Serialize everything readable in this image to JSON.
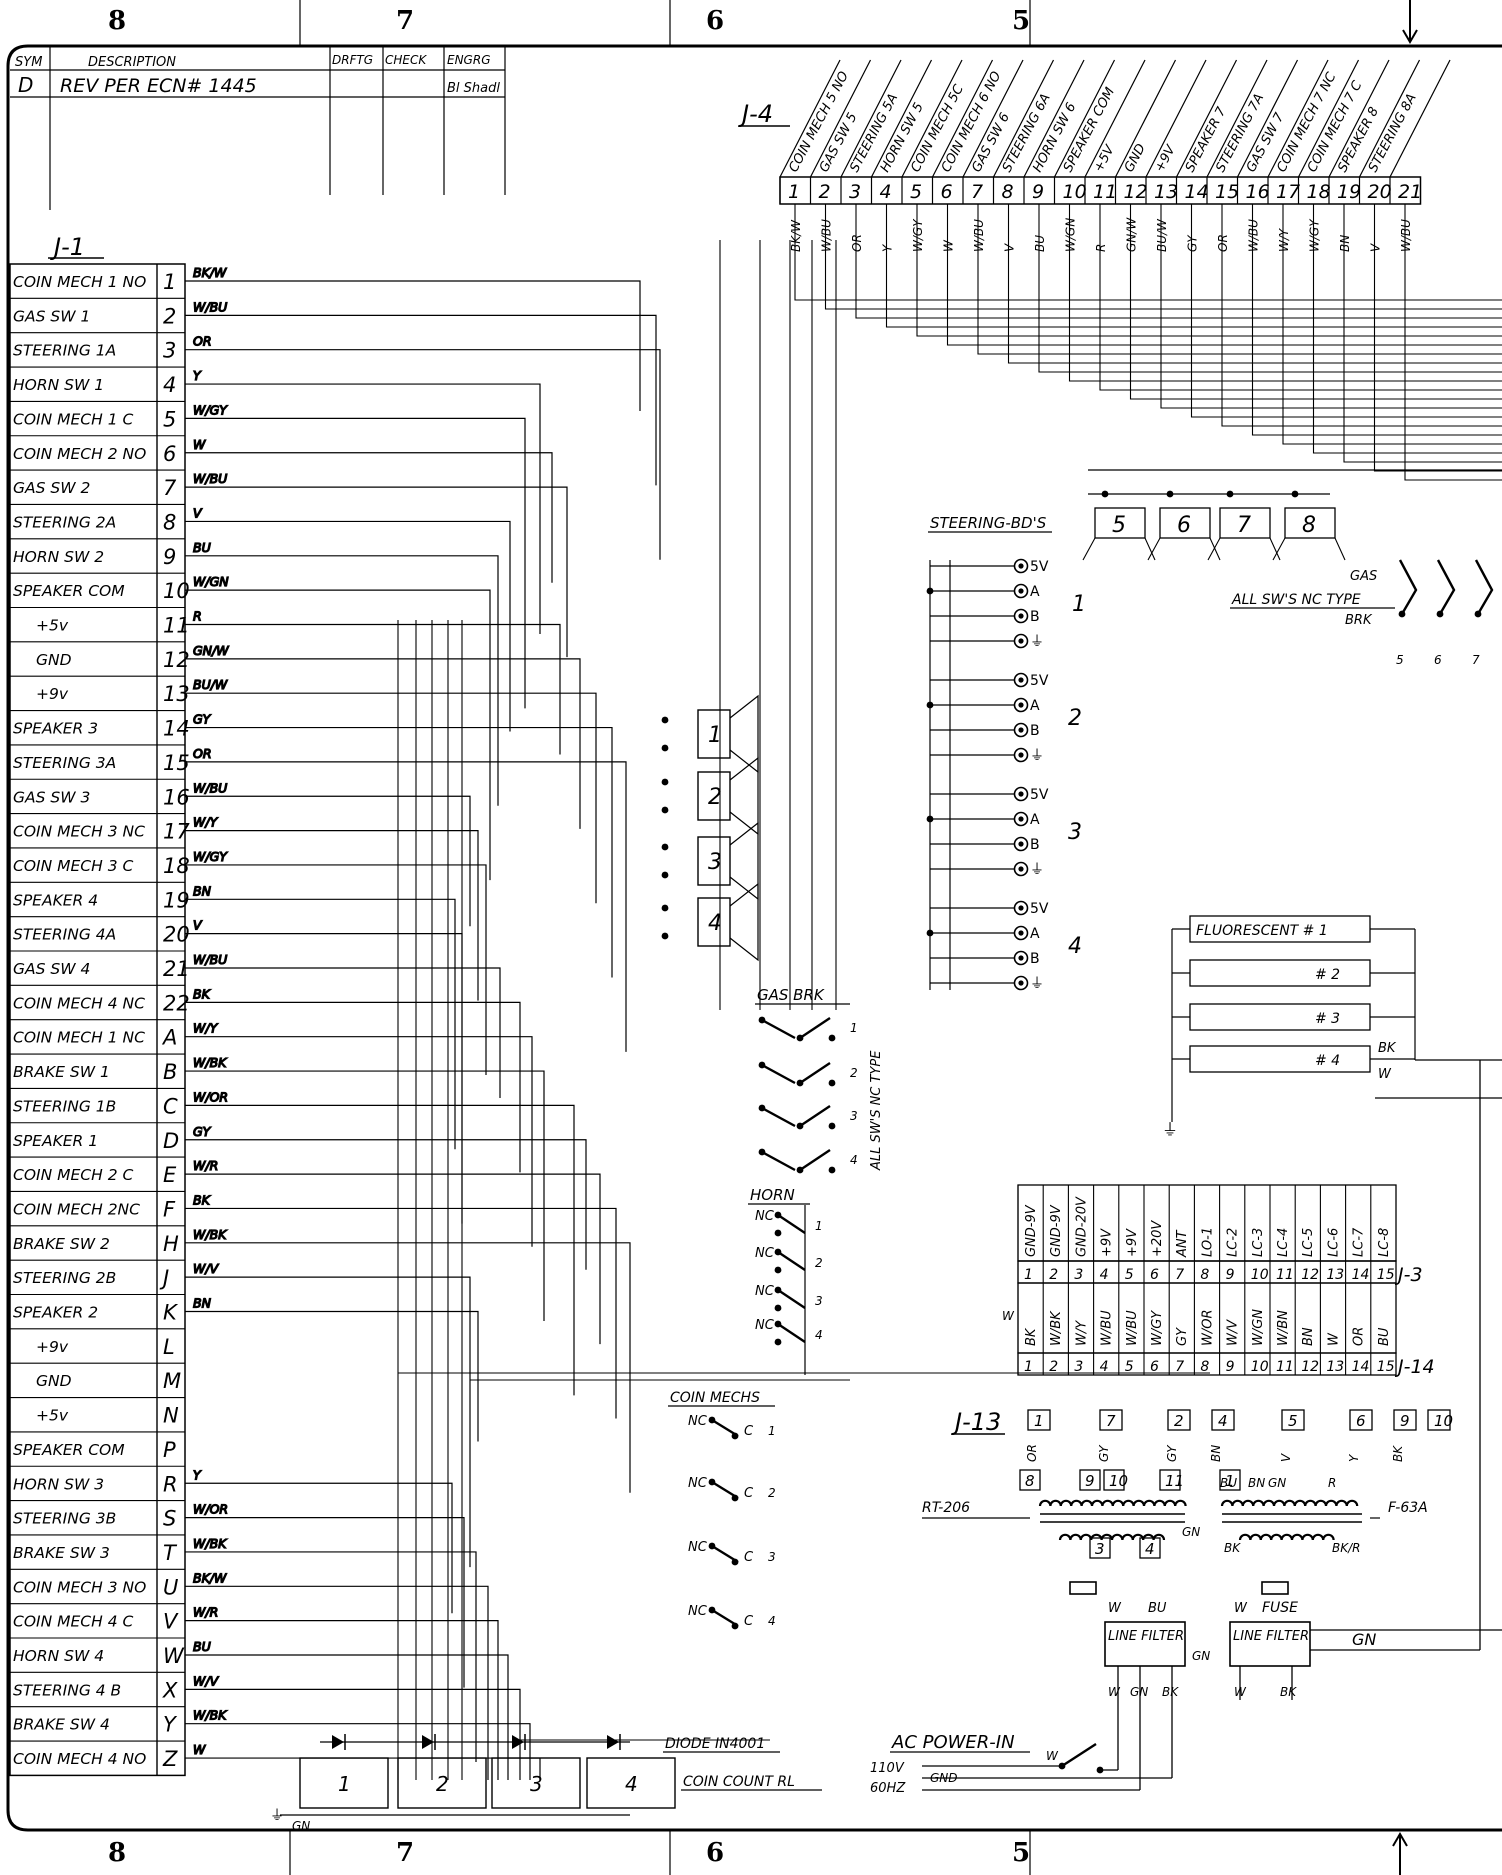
{
  "zones": [
    "8",
    "7",
    "6",
    "5"
  ],
  "revision": {
    "headers": [
      "SYM",
      "DESCRIPTION",
      "DRFTG",
      "CHECK",
      "ENGRG"
    ],
    "row": {
      "sym": "D",
      "description": "REV PER ECN# 1445",
      "engrg": "Bl Shadl"
    }
  },
  "j1": {
    "title": "J-1",
    "rows": [
      {
        "label": "COIN MECH 1 NO",
        "pin": "1",
        "wire": "BK/W"
      },
      {
        "label": "GAS SW 1",
        "pin": "2",
        "wire": "W/BU"
      },
      {
        "label": "STEERING 1A",
        "pin": "3",
        "wire": "OR"
      },
      {
        "label": "HORN SW 1",
        "pin": "4",
        "wire": "Y"
      },
      {
        "label": "COIN MECH 1 C",
        "pin": "5",
        "wire": "W/GY"
      },
      {
        "label": "COIN MECH 2 NO",
        "pin": "6",
        "wire": "W"
      },
      {
        "label": "GAS SW 2",
        "pin": "7",
        "wire": "W/BU"
      },
      {
        "label": "STEERING 2A",
        "pin": "8",
        "wire": "V"
      },
      {
        "label": "HORN SW 2",
        "pin": "9",
        "wire": "BU"
      },
      {
        "label": "SPEAKER COM",
        "pin": "10",
        "wire": "W/GN"
      },
      {
        "label": "+5v",
        "pin": "11",
        "wire": "R"
      },
      {
        "label": "GND",
        "pin": "12",
        "wire": "GN/W"
      },
      {
        "label": "+9v",
        "pin": "13",
        "wire": "BU/W"
      },
      {
        "label": "SPEAKER 3",
        "pin": "14",
        "wire": "GY"
      },
      {
        "label": "STEERING 3A",
        "pin": "15",
        "wire": "OR"
      },
      {
        "label": "GAS SW 3",
        "pin": "16",
        "wire": "W/BU"
      },
      {
        "label": "COIN MECH 3 NC",
        "pin": "17",
        "wire": "W/Y"
      },
      {
        "label": "COIN MECH 3 C",
        "pin": "18",
        "wire": "W/GY"
      },
      {
        "label": "SPEAKER 4",
        "pin": "19",
        "wire": "BN"
      },
      {
        "label": "STEERING 4A",
        "pin": "20",
        "wire": "V"
      },
      {
        "label": "GAS SW 4",
        "pin": "21",
        "wire": "W/BU"
      },
      {
        "label": "COIN MECH 4 NC",
        "pin": "22",
        "wire": "BK"
      },
      {
        "label": "COIN MECH 1 NC",
        "pin": "A",
        "wire": "W/Y"
      },
      {
        "label": "BRAKE SW 1",
        "pin": "B",
        "wire": "W/BK"
      },
      {
        "label": "STEERING 1B",
        "pin": "C",
        "wire": "W/OR"
      },
      {
        "label": "SPEAKER 1",
        "pin": "D",
        "wire": "GY"
      },
      {
        "label": "COIN MECH 2 C",
        "pin": "E",
        "wire": "W/R"
      },
      {
        "label": "COIN MECH 2NC",
        "pin": "F",
        "wire": "BK"
      },
      {
        "label": "BRAKE SW 2",
        "pin": "H",
        "wire": "W/BK"
      },
      {
        "label": "STEERING 2B",
        "pin": "J",
        "wire": "W/V"
      },
      {
        "label": "SPEAKER 2",
        "pin": "K",
        "wire": "BN"
      },
      {
        "label": "+9v",
        "pin": "L",
        "wire": ""
      },
      {
        "label": "GND",
        "pin": "M",
        "wire": ""
      },
      {
        "label": "+5v",
        "pin": "N",
        "wire": ""
      },
      {
        "label": "SPEAKER COM",
        "pin": "P",
        "wire": ""
      },
      {
        "label": "HORN SW 3",
        "pin": "R",
        "wire": "Y"
      },
      {
        "label": "STEERING 3B",
        "pin": "S",
        "wire": "W/OR"
      },
      {
        "label": "BRAKE SW 3",
        "pin": "T",
        "wire": "W/BK"
      },
      {
        "label": "COIN MECH 3 NO",
        "pin": "U",
        "wire": "BK/W"
      },
      {
        "label": "COIN MECH 4 C",
        "pin": "V",
        "wire": "W/R"
      },
      {
        "label": "HORN SW 4",
        "pin": "W",
        "wire": "BU"
      },
      {
        "label": "STEERING 4 B",
        "pin": "X",
        "wire": "W/V"
      },
      {
        "label": "BRAKE SW 4",
        "pin": "Y",
        "wire": "W/BK"
      },
      {
        "label": "COIN MECH 4 NO",
        "pin": "Z",
        "wire": "W"
      }
    ]
  },
  "j4": {
    "title": "J-4",
    "columns": [
      {
        "label": "COIN MECH 5 NO",
        "pin": "1",
        "wire": "BK/W"
      },
      {
        "label": "GAS SW 5",
        "pin": "2",
        "wire": "W/BU"
      },
      {
        "label": "STEERING 5A",
        "pin": "3",
        "wire": "OR"
      },
      {
        "label": "HORN SW 5",
        "pin": "4",
        "wire": "Y"
      },
      {
        "label": "COIN MECH 5C",
        "pin": "5",
        "wire": "W/GY"
      },
      {
        "label": "COIN MECH 6 NO",
        "pin": "6",
        "wire": "W"
      },
      {
        "label": "GAS SW 6",
        "pin": "7",
        "wire": "W/BU"
      },
      {
        "label": "STEERING 6A",
        "pin": "8",
        "wire": "V"
      },
      {
        "label": "HORN SW 6",
        "pin": "9",
        "wire": "BU"
      },
      {
        "label": "SPEAKER COM",
        "pin": "10",
        "wire": "W/GN"
      },
      {
        "label": "+5V",
        "pin": "11",
        "wire": "R"
      },
      {
        "label": "GND",
        "pin": "12",
        "wire": "GN/W"
      },
      {
        "label": "+9V",
        "pin": "13",
        "wire": "BU/W"
      },
      {
        "label": "SPEAKER 7",
        "pin": "14",
        "wire": "GY"
      },
      {
        "label": "STEERING 7A",
        "pin": "15",
        "wire": "OR"
      },
      {
        "label": "GAS SW 7",
        "pin": "16",
        "wire": "W/BU"
      },
      {
        "label": "COIN MECH 7 NC",
        "pin": "17",
        "wire": "W/Y"
      },
      {
        "label": "COIN MECH 7 C",
        "pin": "18",
        "wire": "W/GY"
      },
      {
        "label": "SPEAKER 8",
        "pin": "19",
        "wire": "BN"
      },
      {
        "label": "STEERING 8A",
        "pin": "20",
        "wire": "V"
      },
      {
        "label": "",
        "pin": "21",
        "wire": "W/BU"
      }
    ]
  },
  "steering": {
    "title": "STEERING-BD'S",
    "pins": [
      "5V",
      "A",
      "B"
    ],
    "boards": [
      "1",
      "2",
      "3",
      "4"
    ],
    "upper_boards": [
      "5",
      "6",
      "7",
      "8"
    ]
  },
  "speakers": [
    "1",
    "2",
    "3",
    "4"
  ],
  "gas_brk": {
    "title": "GAS BRK",
    "note": "ALL SW'S NC TYPE",
    "numbers": [
      "1",
      "2",
      "3",
      "4"
    ]
  },
  "upper_gas": {
    "gas": "GAS",
    "note": "ALL SW'S NC TYPE",
    "brk": "BRK",
    "numbers": [
      "5",
      "6",
      "7"
    ]
  },
  "horn": {
    "title": "HORN",
    "contact": "NC",
    "numbers": [
      "1",
      "2",
      "3",
      "4"
    ]
  },
  "coin_mechs": {
    "title": "COIN MECHS",
    "nc": "NC",
    "c": "C",
    "numbers": [
      "1",
      "2",
      "3",
      "4"
    ]
  },
  "coin_counter": {
    "diode": "DIODE IN4001",
    "label": "COIN COUNT RL",
    "counters": [
      "1",
      "2",
      "3",
      "4"
    ],
    "ground_wire": "GN"
  },
  "fluorescent": {
    "lamps": [
      "FLUORESCENT # 1",
      "# 2",
      "# 3",
      "# 4"
    ],
    "wires": [
      "BK",
      "W"
    ]
  },
  "j3": {
    "title": "J-3",
    "labels": [
      "GND-9V",
      "GND-9V",
      "GND-20V",
      "+9V",
      "+9V",
      "+20V",
      "ANT",
      "LO-1",
      "LC-2",
      "LC-3",
      "LC-4",
      "LC-5",
      "LC-6",
      "LC-7",
      "LC-8"
    ],
    "pins": [
      "1",
      "2",
      "3",
      "4",
      "5",
      "6",
      "7",
      "8",
      "9",
      "10",
      "11",
      "12",
      "13",
      "14",
      "15"
    ]
  },
  "j14": {
    "title": "J-14",
    "wires": [
      "W",
      "BK",
      "W/BK",
      "W/Y",
      "W/BU",
      "W/BU",
      "W/GY",
      "GY",
      "W/OR",
      "W/V",
      "W/GN",
      "W/BN",
      "BN",
      "W",
      "OR",
      "BU"
    ],
    "pins": [
      "1",
      "2",
      "3",
      "4",
      "5",
      "6",
      "7",
      "8",
      "9",
      "10",
      "11",
      "12",
      "13",
      "14",
      "15"
    ]
  },
  "j13": {
    "title": "J-13",
    "top_pins": [
      "1",
      "7",
      "2",
      "4",
      "5",
      "6",
      "9",
      "10"
    ],
    "top_wires": [
      "OR",
      "GY",
      "GY",
      "BN",
      "V",
      "Y",
      "BK"
    ],
    "low_pins": [
      "8",
      "9",
      "10",
      "11",
      "1",
      "3",
      "4"
    ],
    "wire_marks": [
      "BU",
      "BN",
      "GN",
      "R"
    ]
  },
  "power": {
    "transformer_1": "RT-206",
    "transformer_2": "F-63A",
    "fuse": "FUSE",
    "filter": "LINE FILTER",
    "wires": [
      "W",
      "BU",
      "W",
      "GN",
      "BK",
      "GN",
      "GN",
      "BK/R",
      "BK"
    ],
    "ac_in": "AC POWER-IN",
    "ac_lines": [
      "110V",
      "GND",
      "60HZ"
    ],
    "ac_wire": "W"
  }
}
